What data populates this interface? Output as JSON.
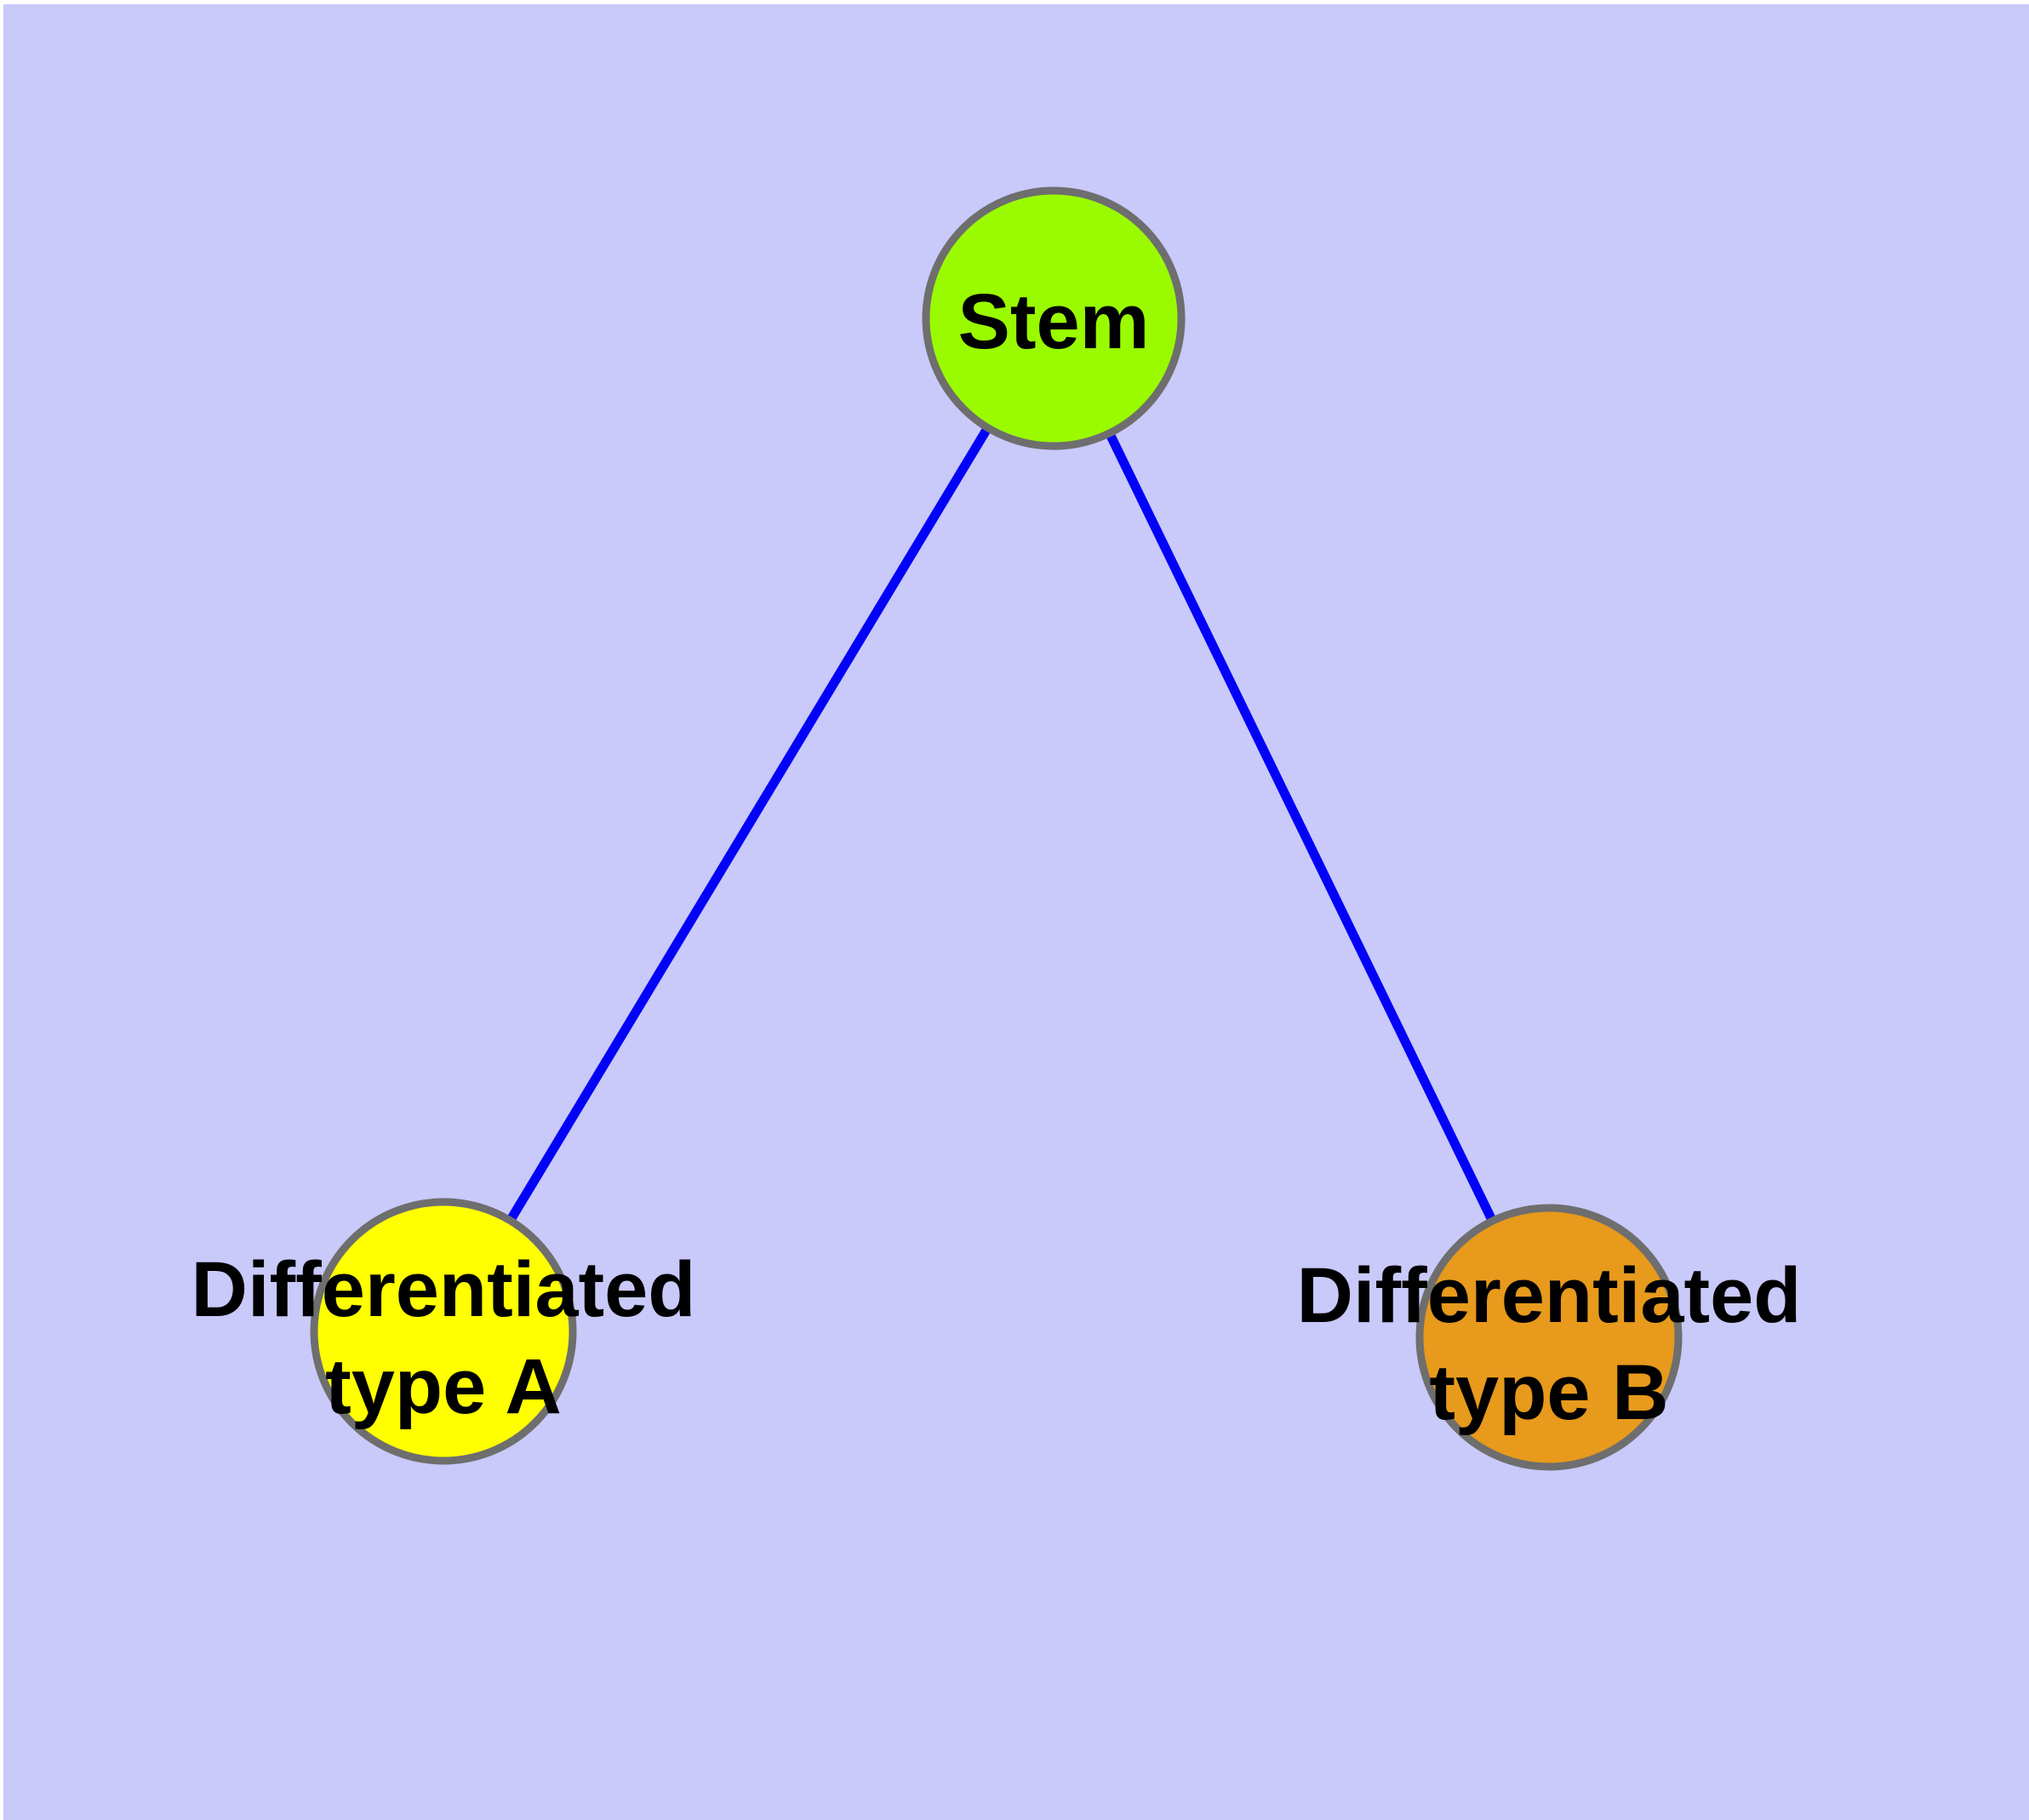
{
  "diagram": {
    "type": "node-link-graph",
    "background_color": "#C9C9FA",
    "frame_color": "#FFFFFF",
    "colors": {
      "edge": "#0202F8",
      "node_border": "#6E6E6E",
      "label": "#000000"
    },
    "nodes": [
      {
        "id": "stem",
        "label": "Stem",
        "lines": [
          "Stem"
        ],
        "fill": "#9AFB00",
        "shape": "circle"
      },
      {
        "id": "differentiated-type-a",
        "label": "Differentiated type A",
        "lines": [
          "Differentiated",
          "type A"
        ],
        "fill": "#FFFF00",
        "shape": "circle"
      },
      {
        "id": "differentiated-type-b",
        "label": "Differentiated type B",
        "lines": [
          "Differentiated",
          "type B"
        ],
        "fill": "#E79A1C",
        "shape": "circle"
      }
    ],
    "edges": [
      {
        "from": "stem",
        "to": "differentiated-type-a"
      },
      {
        "from": "stem",
        "to": "differentiated-type-b"
      }
    ]
  }
}
